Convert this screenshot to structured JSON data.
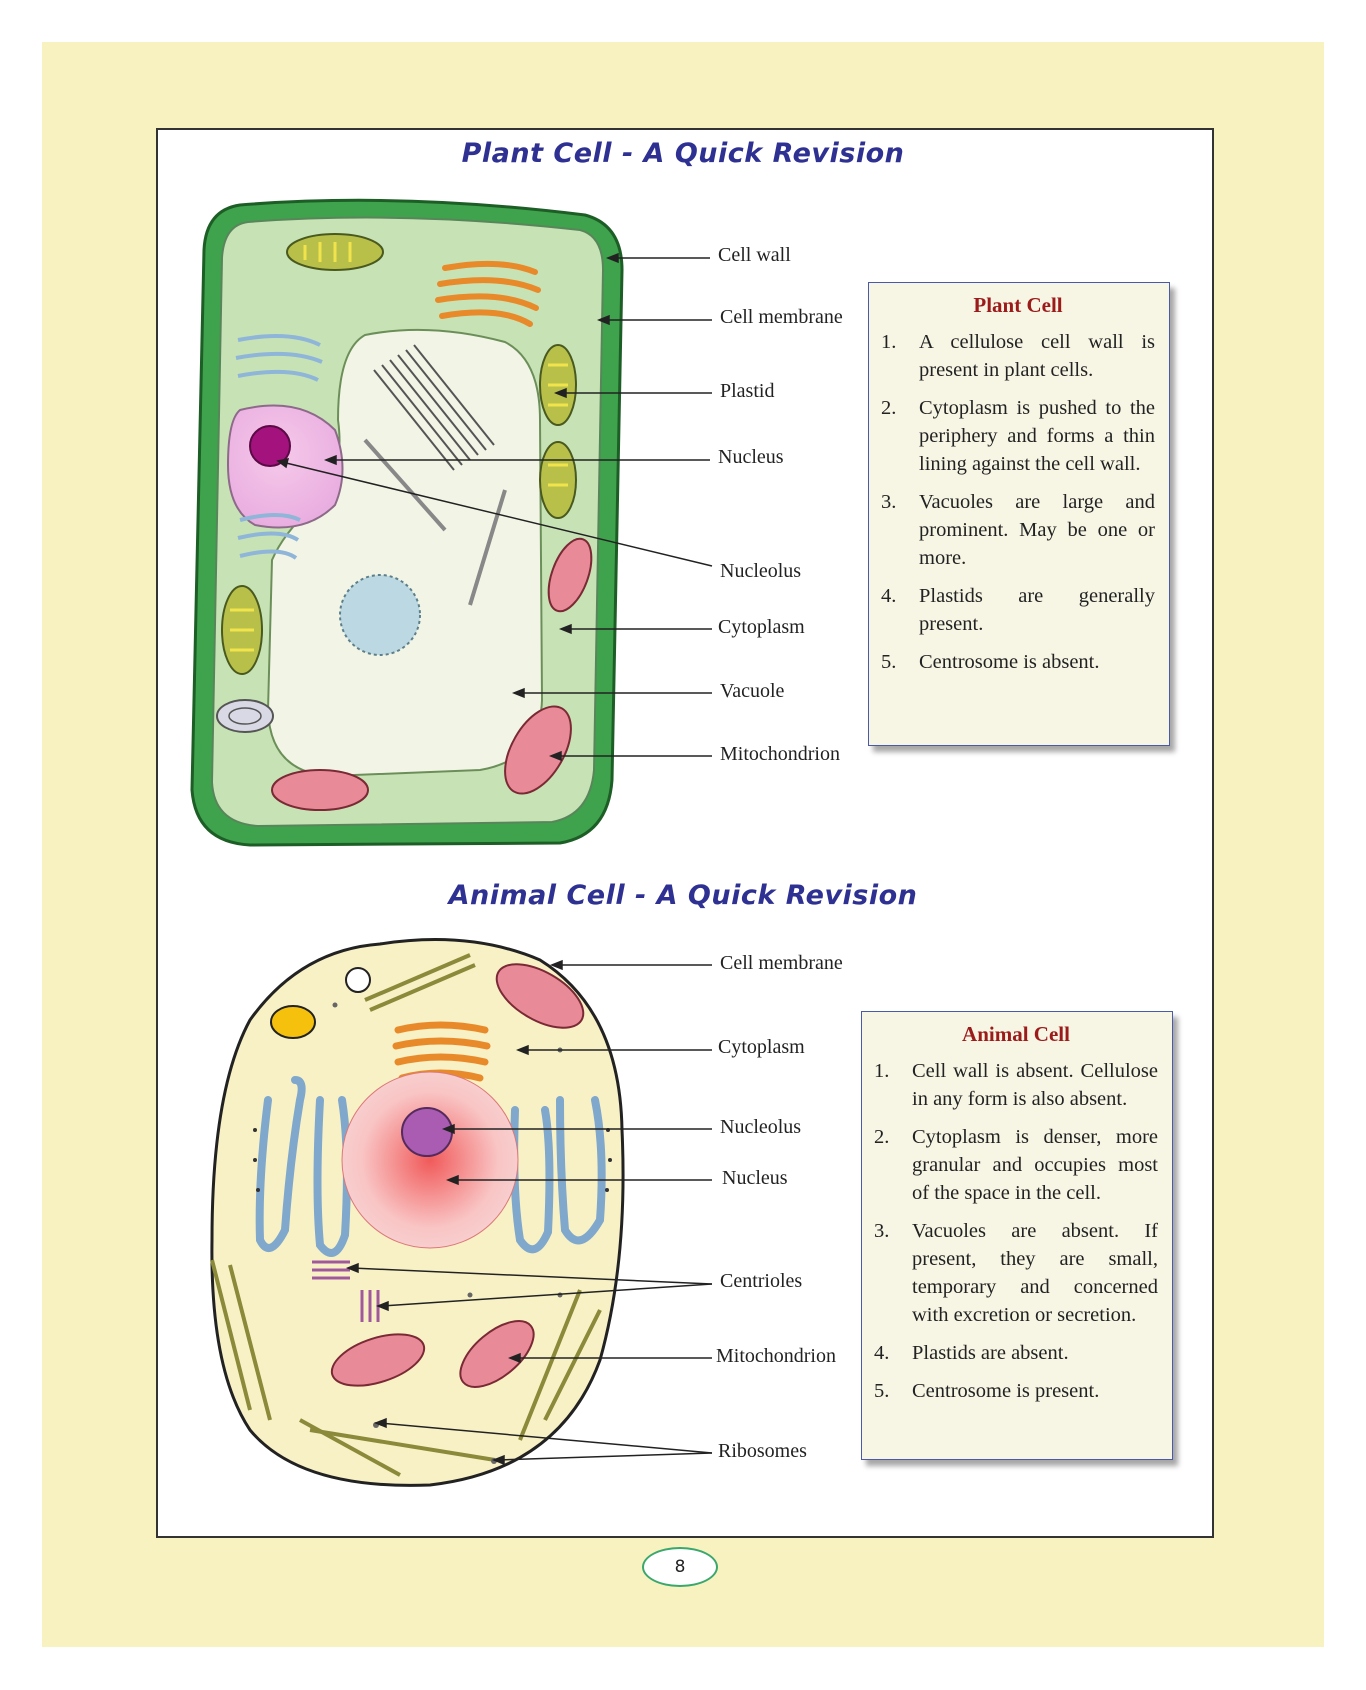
{
  "plant": {
    "heading": "Plant Cell - A Quick Revision",
    "labels": {
      "cell_wall": "Cell wall",
      "cell_membrane": "Cell membrane",
      "plastid": "Plastid",
      "nucleus": "Nucleus",
      "nucleolus": "Nucleolus",
      "cytoplasm": "Cytoplasm",
      "vacuole": "Vacuole",
      "mitochondrion": "Mitochondrion"
    },
    "box_title": "Plant Cell",
    "points": [
      {
        "num": "1.",
        "text": "A cellulose cell wall is present in plant cells."
      },
      {
        "num": "2.",
        "text": "Cytoplasm is pushed to the periphery and forms a thin lining against the cell wall."
      },
      {
        "num": "3.",
        "text": "Vacuoles are large and prominent. May be one or more."
      },
      {
        "num": "4.",
        "text": "Plastids are generally present."
      },
      {
        "num": "5.",
        "text": "Centrosome is absent."
      }
    ]
  },
  "animal": {
    "heading": "Animal Cell - A Quick Revision",
    "labels": {
      "cell_membrane": "Cell membrane",
      "cytoplasm": "Cytoplasm",
      "nucleolus": "Nucleolus",
      "nucleus": "Nucleus",
      "centrioles": "Centrioles",
      "mitochondrion": "Mitochondrion",
      "ribosomes": "Ribosomes"
    },
    "box_title": "Animal Cell",
    "points": [
      {
        "num": "1.",
        "text": "Cell wall is absent. Cellulose in any form is also absent."
      },
      {
        "num": "2.",
        "text": "Cytoplasm is denser, more granular and occupies most of the space in the cell."
      },
      {
        "num": "3.",
        "text": "Vacuoles are absent. If present, they are small, temporary and concerned with excretion or secretion."
      },
      {
        "num": "4.",
        "text": "Plastids are absent."
      },
      {
        "num": "5.",
        "text": "Centrosome is present."
      }
    ]
  },
  "page_number": "8"
}
